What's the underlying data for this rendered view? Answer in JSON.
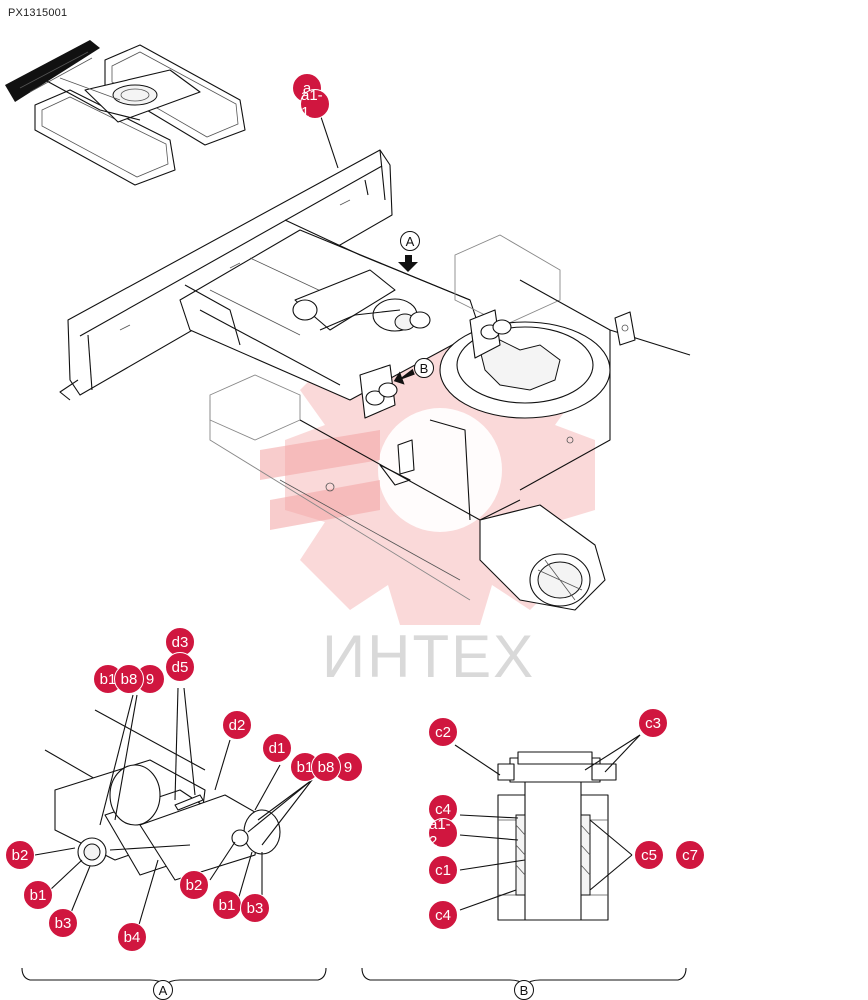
{
  "diagram": {
    "part_id": "PX1315001",
    "watermark": "ИНТЕХ",
    "accent_color": "#d0163f",
    "view_refs": {
      "a": "A",
      "b": "B"
    },
    "callouts": {
      "a": "a",
      "a1_1": "a1-1",
      "a1_2": "a1-2",
      "b1": "b1",
      "b2": "b2",
      "b3": "b3",
      "b4": "b4",
      "b8": "b8",
      "b9": "9",
      "c1": "c1",
      "c2": "c2",
      "c3": "c3",
      "c4": "c4",
      "c5": "c5",
      "c7": "c7",
      "d1": "d1",
      "d2": "d2",
      "d3": "d3",
      "d5": "d5"
    }
  }
}
